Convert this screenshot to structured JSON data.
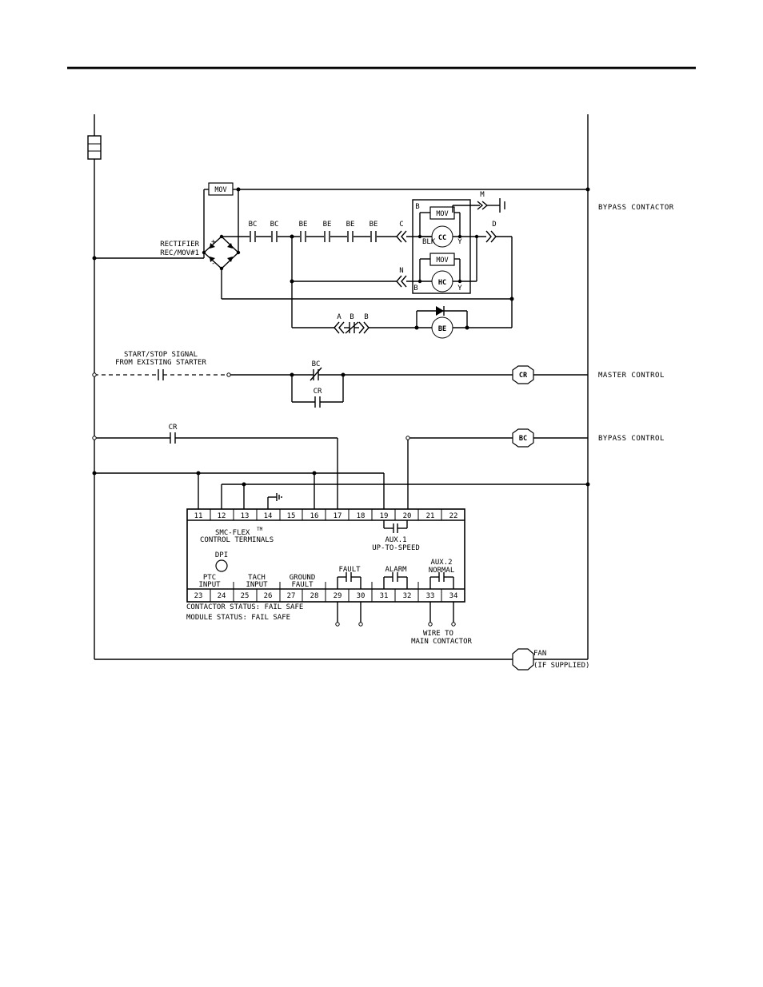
{
  "labels": {
    "bypass_contactor": "BYPASS CONTACTOR",
    "master_control": "MASTER CONTROL",
    "bypass_control": "BYPASS CONTROL",
    "rectifier_line1": "RECTIFIER",
    "rectifier_line2": "REC/MOV#1",
    "start_stop_line1": "START/STOP SIGNAL",
    "start_stop_line2": "FROM EXISTING STARTER",
    "smc_line1": "SMC-FLEX",
    "smc_tm": "TM",
    "smc_line2": "CONTROL TERMINALS",
    "aux1_line1": "AUX.1",
    "aux1_line2": "UP-TO-SPEED",
    "dpi": "DPI",
    "ptc_line1": "PTC",
    "ptc_line2": "INPUT",
    "tach_line1": "TACH",
    "tach_line2": "INPUT",
    "ground_line1": "GROUND",
    "ground_line2": "FAULT",
    "fault": "FAULT",
    "alarm": "ALARM",
    "aux2_line1": "AUX.2",
    "aux2_line2": "NORMAL",
    "contactor_status": "CONTACTOR STATUS: FAIL SAFE",
    "module_status": "MODULE STATUS: FAIL SAFE",
    "wire_line1": "WIRE TO",
    "wire_line2": "MAIN CONTACTOR",
    "fan_line1": "FAN",
    "fan_line2": "(IF SUPPLIED)",
    "mov": "MOV",
    "plus": "+",
    "minus": "-"
  },
  "coils": {
    "cc": "CC",
    "hc": "HC",
    "be": "BE",
    "cr": "CR",
    "bc": "BC"
  },
  "contacts": {
    "bc": "BC",
    "be": "BE",
    "cr": "CR",
    "c": "C",
    "d": "D",
    "n": "N",
    "m": "M",
    "a": "A",
    "b": "B"
  },
  "wire_colors": {
    "b": "B",
    "blk": "BLK",
    "y": "Y"
  },
  "terminals_top": [
    "11",
    "12",
    "13",
    "14",
    "15",
    "16",
    "17",
    "18",
    "19",
    "20",
    "21",
    "22"
  ],
  "terminals_bottom": [
    "23",
    "24",
    "25",
    "26",
    "27",
    "28",
    "29",
    "30",
    "31",
    "32",
    "33",
    "34"
  ]
}
